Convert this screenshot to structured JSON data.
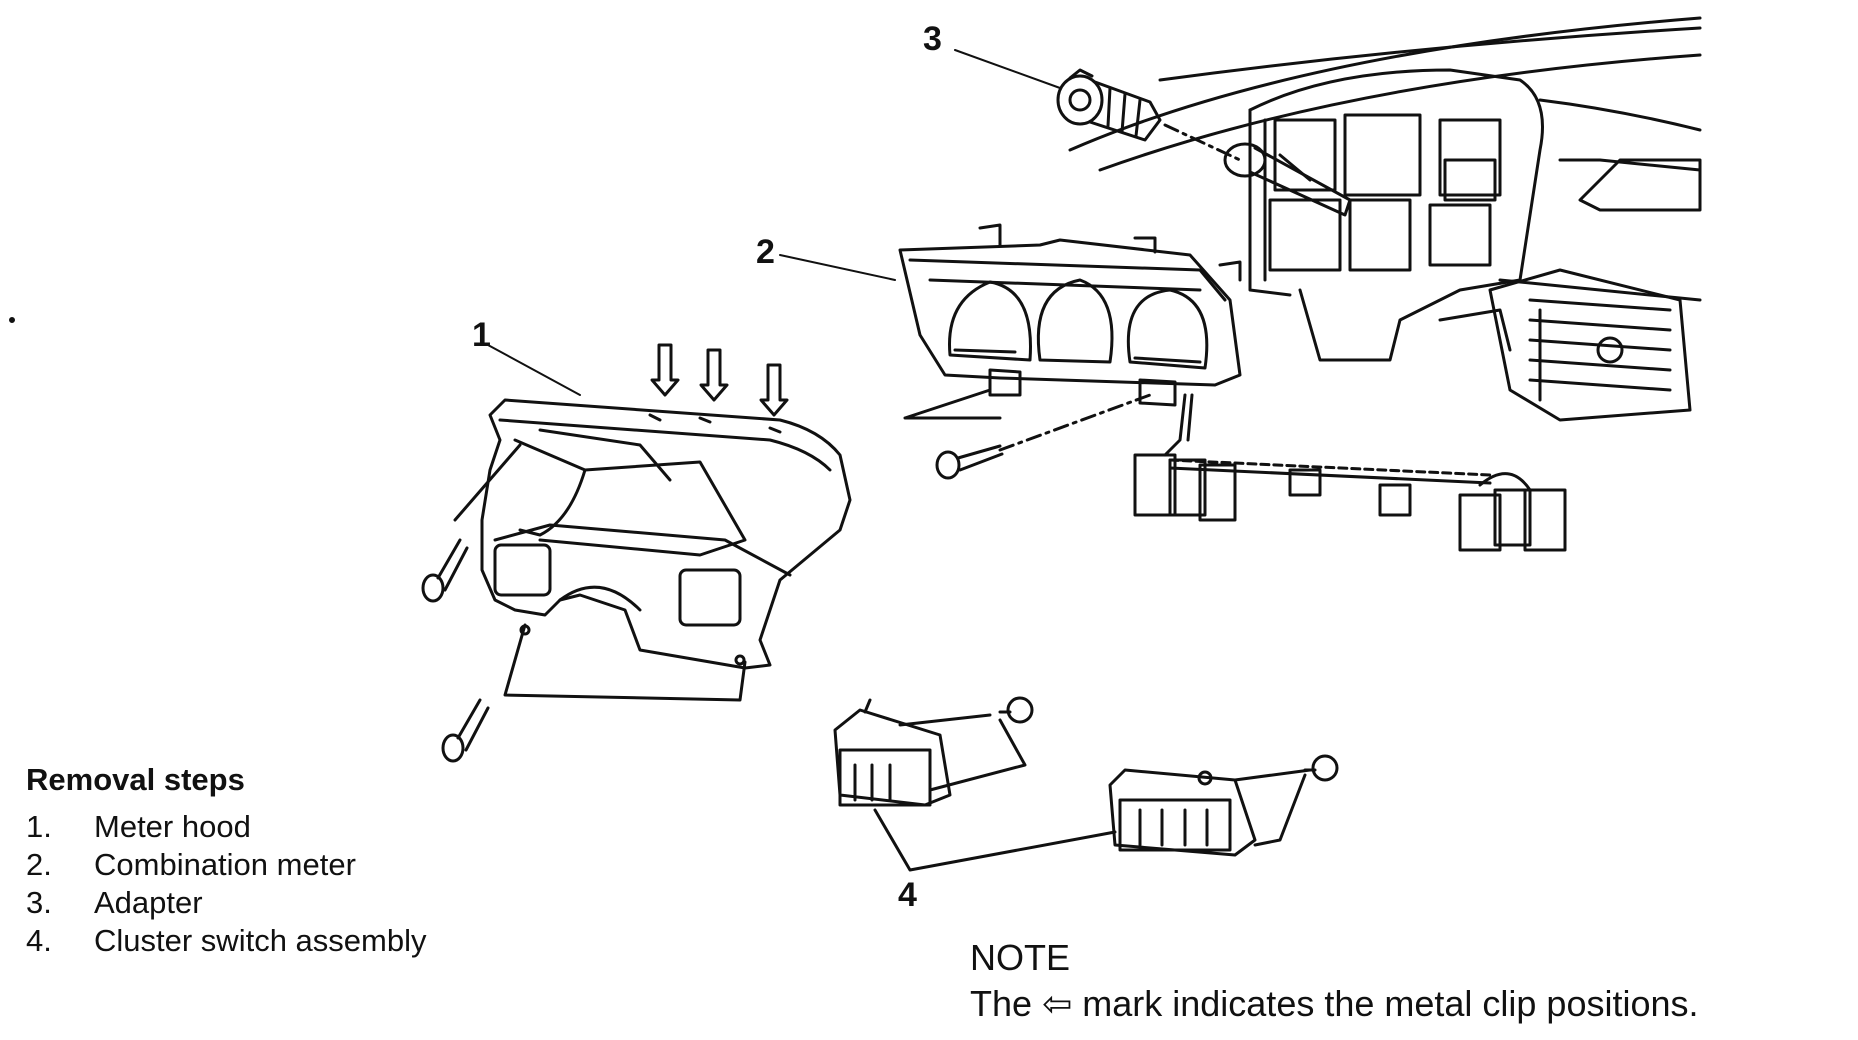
{
  "callouts": [
    "1",
    "2",
    "3",
    "4"
  ],
  "removal_steps": {
    "heading": "Removal steps",
    "items": [
      {
        "num": "1.",
        "label": "Meter hood"
      },
      {
        "num": "2.",
        "label": "Combination meter"
      },
      {
        "num": "3.",
        "label": "Adapter"
      },
      {
        "num": "4.",
        "label": "Cluster switch assembly"
      }
    ]
  },
  "note": {
    "title": "NOTE",
    "text_before": "The",
    "arrow_symbol": "⇦",
    "text_after": "mark indicates the metal clip positions."
  },
  "colors": {
    "ink": "#111111",
    "background": "#ffffff"
  }
}
